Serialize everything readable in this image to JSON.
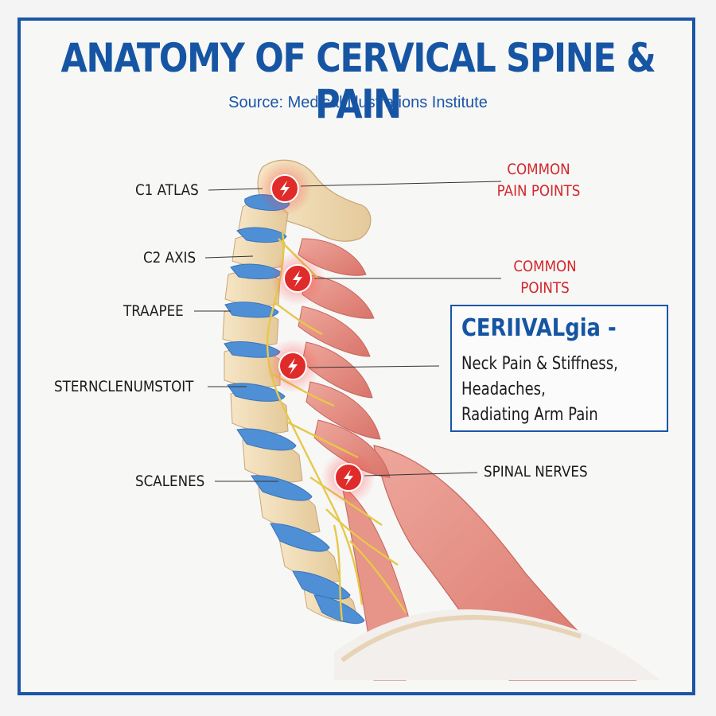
{
  "header": {
    "title": "ANATOMY OF CERVICAL SPINE & PAIN",
    "source": "Source: Medical Illustrations Institute"
  },
  "labels": {
    "c1_atlas": "C1 ATLAS",
    "c2_axis": "C2 AXIS",
    "traapee": "TRAAPEE",
    "sternclenumstoit": "STERNCLENUMSTOIT",
    "scalenes": "SCALENES",
    "spinal_nerves": "SPINAL NERVES"
  },
  "callouts": {
    "pain_points_1": {
      "line1": "COMMON",
      "line2": "PAIN POINTS"
    },
    "pain_points_2": {
      "line1": "COMMON",
      "line2": "POINTS"
    }
  },
  "infobox": {
    "title": "CERIIVALgia -",
    "lines": [
      "Neck Pain & Stiffness,",
      "Headaches,",
      "Radiating Arm Pain"
    ]
  },
  "pain_markers": [
    "lightning-bolt-icon",
    "lightning-bolt-icon",
    "lightning-bolt-icon",
    "lightning-bolt-icon"
  ],
  "colors": {
    "accent_blue": "#1655a3",
    "pain_red": "#d3262b",
    "bone": "#f1dcb6",
    "disc": "#4f8fd6",
    "muscle": "#e08a80",
    "nerve": "#e6c84a"
  }
}
